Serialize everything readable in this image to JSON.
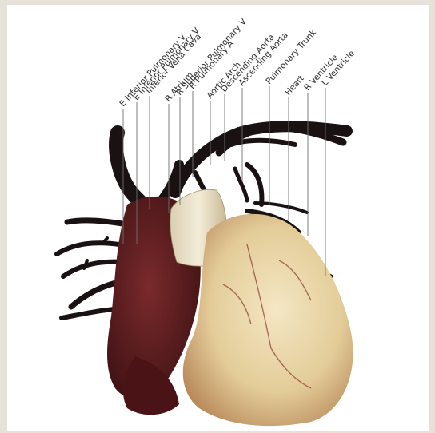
{
  "diagram": {
    "labels": [
      "E Inferior Pulmonary V",
      "E Inferior Pulmonary V",
      "Inferior Vena Cava",
      "R Atrium",
      "R Superior Pulmonary V",
      "R Pulmonary A",
      "Aortic Arch",
      "Descending Aorta",
      "Ascending Aorta",
      "Pulmonary Trunk",
      "Heart",
      "R Ventricle",
      "L Ventricle"
    ]
  },
  "colors": {
    "background": "#ffffff",
    "frame": "#e6e2da",
    "vessel_dark": "#1a1212",
    "atrium": "#5a1c1e",
    "ventricle": "#e8d5a8",
    "leader_line": "#6f6f6f",
    "label_text": "#2a2a2a"
  }
}
